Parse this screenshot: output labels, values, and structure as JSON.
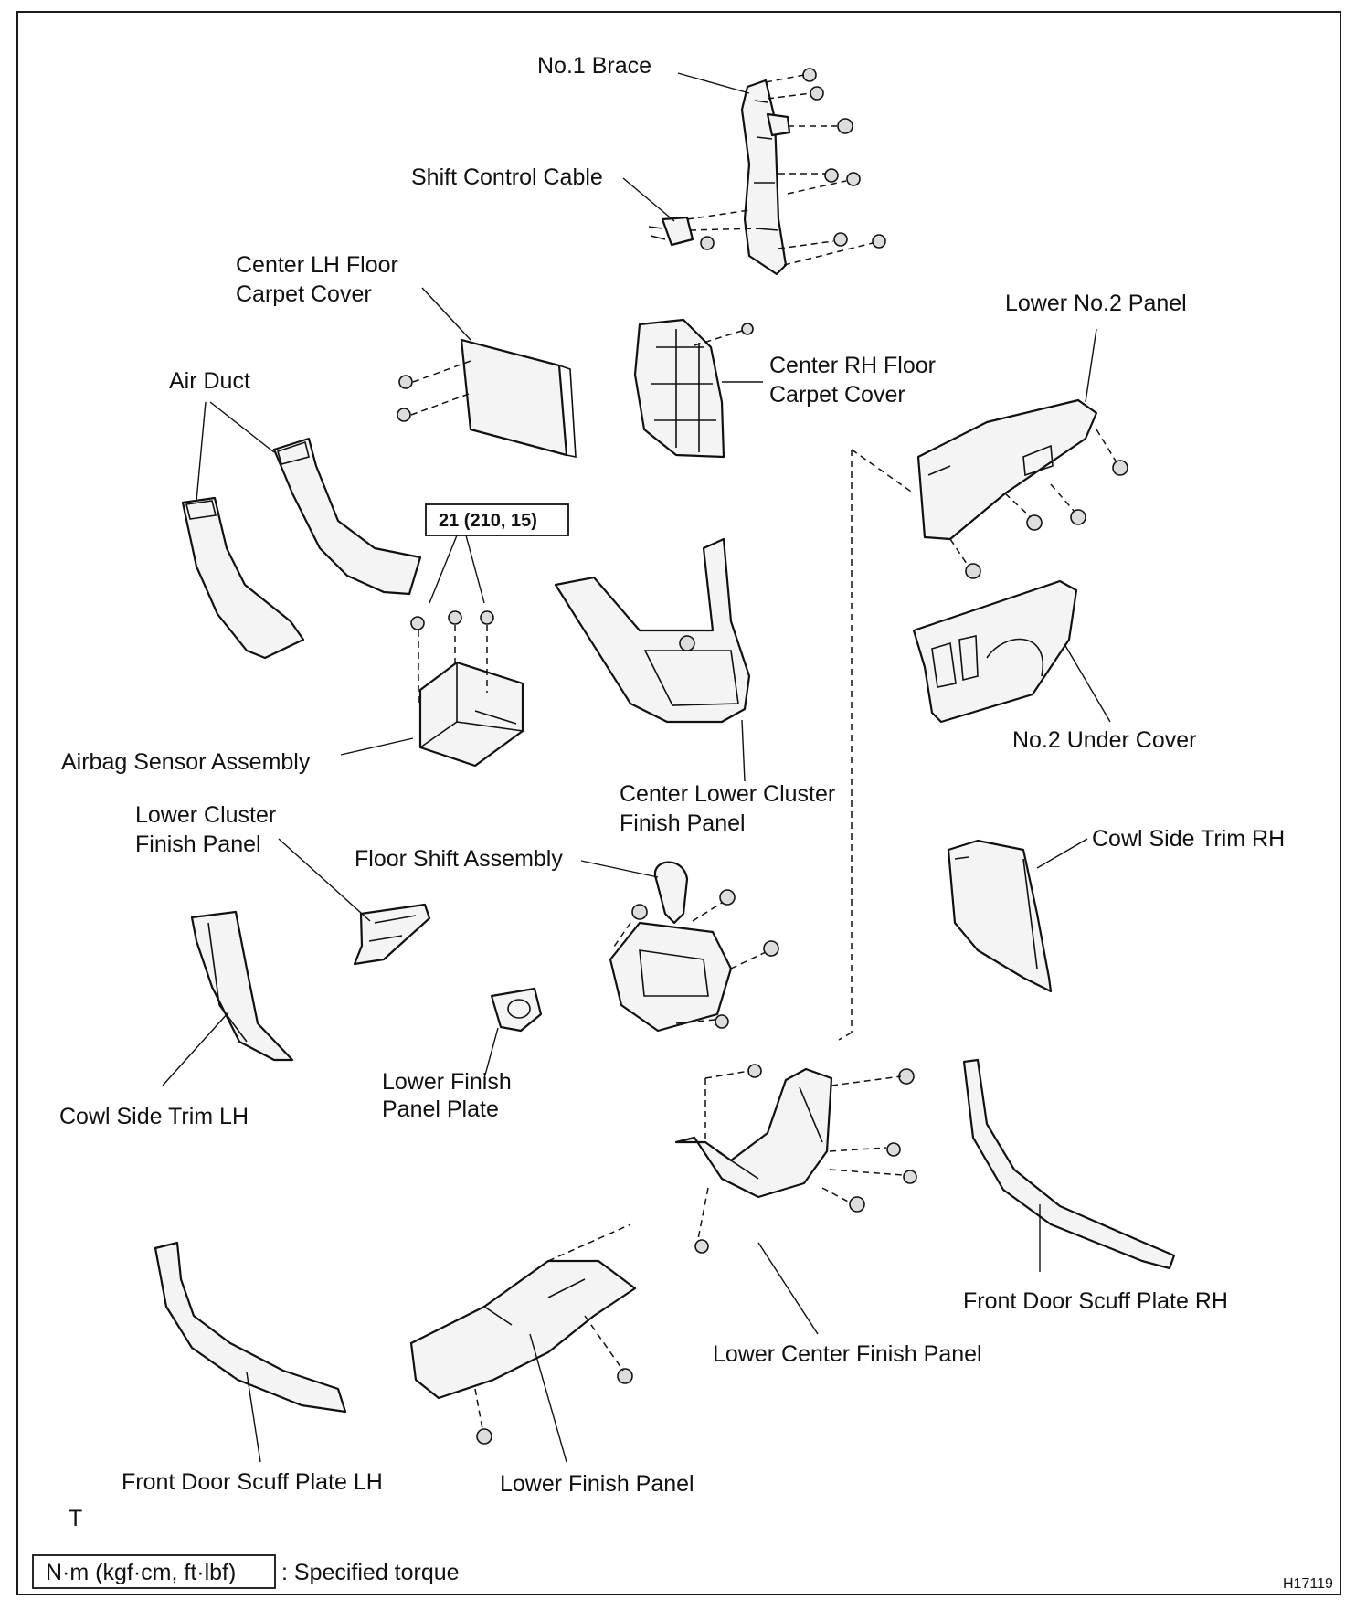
{
  "labels": {
    "no1_brace": "No.1 Brace",
    "shift_control_cable": "Shift Control Cable",
    "center_lh_floor_1": "Center LH Floor",
    "center_lh_floor_2": "Carpet Cover",
    "center_rh_floor_1": "Center RH Floor",
    "center_rh_floor_2": "Carpet Cover",
    "lower_no2_panel": "Lower No.2 Panel",
    "air_duct": "Air Duct",
    "airbag_sensor": "Airbag Sensor Assembly",
    "center_lower_cluster_1": "Center Lower Cluster",
    "center_lower_cluster_2": "Finish Panel",
    "no2_under_cover": "No.2 Under Cover",
    "lower_cluster_1": "Lower Cluster",
    "lower_cluster_2": "Finish Panel",
    "floor_shift": "Floor Shift Assembly",
    "cowl_side_rh": "Cowl Side Trim RH",
    "cowl_side_lh": "Cowl Side Trim LH",
    "lower_finish_plate_1": "Lower Finish",
    "lower_finish_plate_2": "Panel Plate",
    "front_scuff_rh": "Front Door Scuff Plate RH",
    "lower_center_finish": "Lower Center Finish Panel",
    "front_scuff_lh": "Front Door Scuff Plate LH",
    "lower_finish_panel": "Lower Finish Panel"
  },
  "torque": {
    "value": "21 (210, 15)"
  },
  "legend": {
    "units": "N·m (kgf·cm, ft·lbf)",
    "desc": ": Specified torque"
  },
  "corner_mark": "T",
  "figure_id": "H17119"
}
